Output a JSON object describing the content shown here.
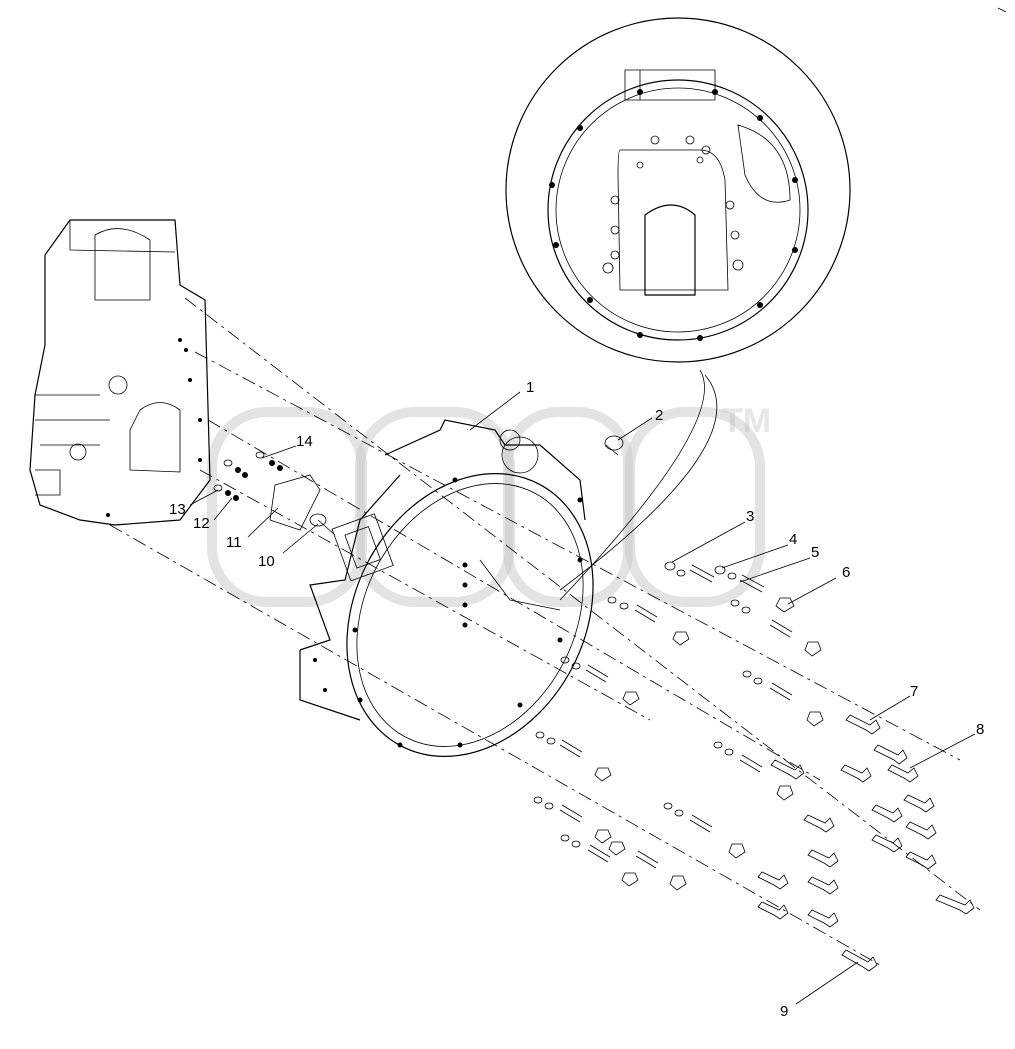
{
  "diagram": {
    "watermark": "TM",
    "callouts": [
      {
        "id": "callout-1",
        "label": "1"
      },
      {
        "id": "callout-2",
        "label": "2"
      },
      {
        "id": "callout-3",
        "label": "3"
      },
      {
        "id": "callout-4",
        "label": "4"
      },
      {
        "id": "callout-5",
        "label": "5"
      },
      {
        "id": "callout-6",
        "label": "6"
      },
      {
        "id": "callout-7",
        "label": "7"
      },
      {
        "id": "callout-8",
        "label": "8"
      },
      {
        "id": "callout-9",
        "label": "9"
      },
      {
        "id": "callout-10",
        "label": "10"
      },
      {
        "id": "callout-11",
        "label": "11"
      },
      {
        "id": "callout-12",
        "label": "12"
      },
      {
        "id": "callout-13",
        "label": "13"
      },
      {
        "id": "callout-14",
        "label": "14"
      }
    ]
  }
}
